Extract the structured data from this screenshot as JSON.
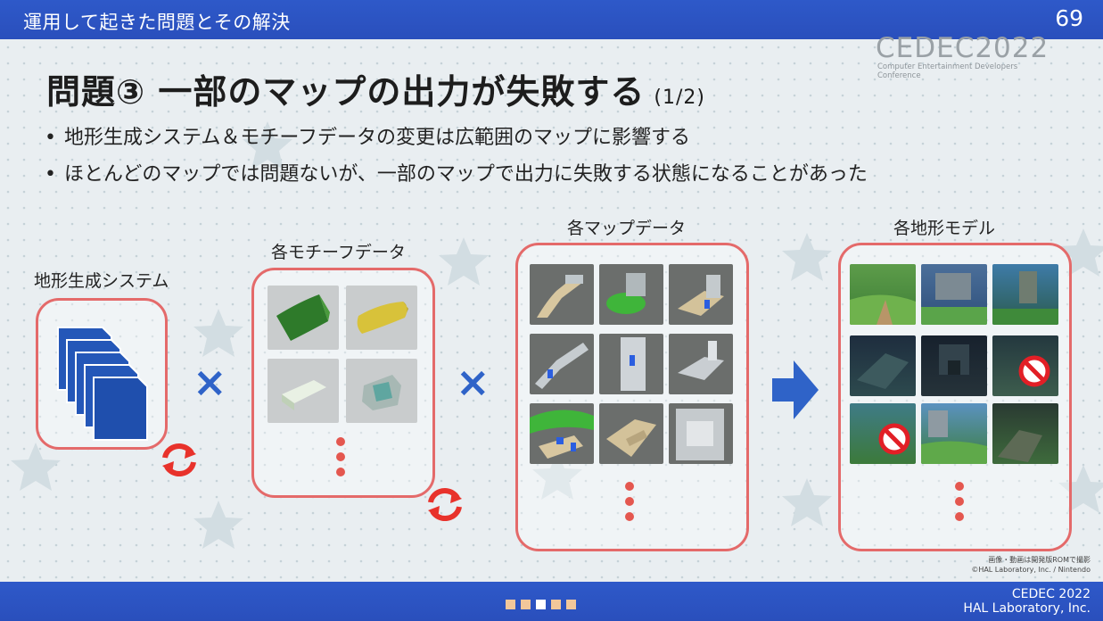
{
  "header": {
    "section": "運用して起きた問題とその解決",
    "page_number": "69"
  },
  "logo": {
    "main": "CEDEC2022",
    "sub": "Computer Entertainment Developers Conference"
  },
  "slide": {
    "title": "問題③ 一部のマップの出力が失敗する",
    "title_part": "(1/2)",
    "bullets": [
      "地形生成システム＆モチーフデータの変更は広範囲のマップに影響する",
      "ほとんどのマップでは問題ないが、一部のマップで出力に失敗する状態になることがあった"
    ],
    "bullet_symbol": "•"
  },
  "diagram": {
    "system_label": "地形生成システム",
    "motif_label": "各モチーフデータ",
    "map_label": "各マップデータ",
    "model_label": "各地形モデル",
    "multiply": "×",
    "colors": {
      "box_border": "#e46a6a",
      "icon_blue": "#2457b8",
      "dots": "#e4574f",
      "arrow": "#2f63c8",
      "refresh": "#e8322b"
    }
  },
  "footer": {
    "capture_note": "画像・動画は開発版ROMで撮影",
    "copyright": "©HAL Laboratory, Inc. / Nintendo",
    "event": "CEDEC 2022",
    "company": "HAL Laboratory, Inc."
  }
}
